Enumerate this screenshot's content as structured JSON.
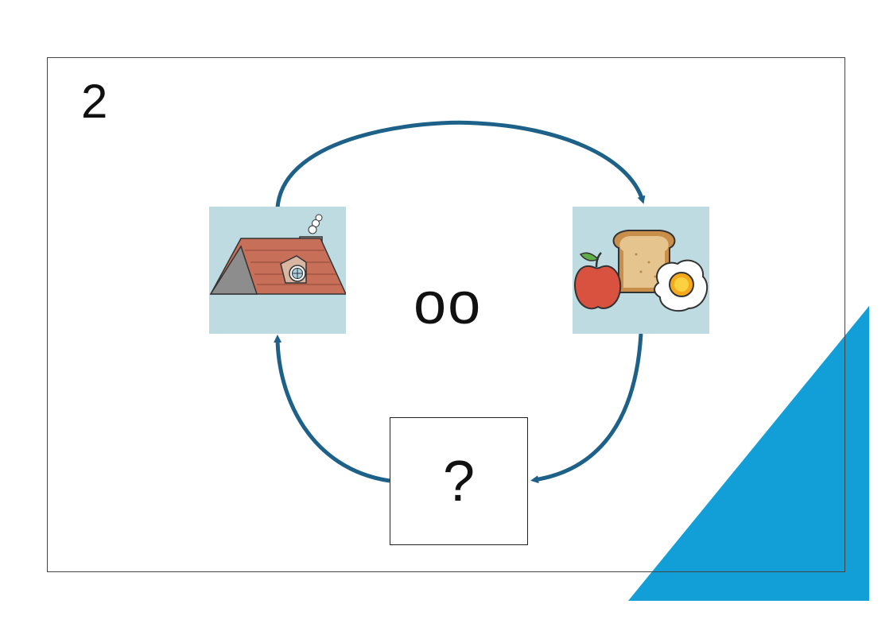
{
  "card": {
    "number": "2",
    "word": "oo",
    "unknown_mark": "?"
  },
  "pictures": [
    {
      "name": "roof-picture",
      "subject": "roof"
    },
    {
      "name": "breakfast-picture",
      "subject": "breakfast"
    }
  ],
  "colors": {
    "arrow": "#1d6189",
    "accent_triangle": "#129fd8",
    "tile_background": "#bddbe0",
    "roof": "#c76f58"
  }
}
